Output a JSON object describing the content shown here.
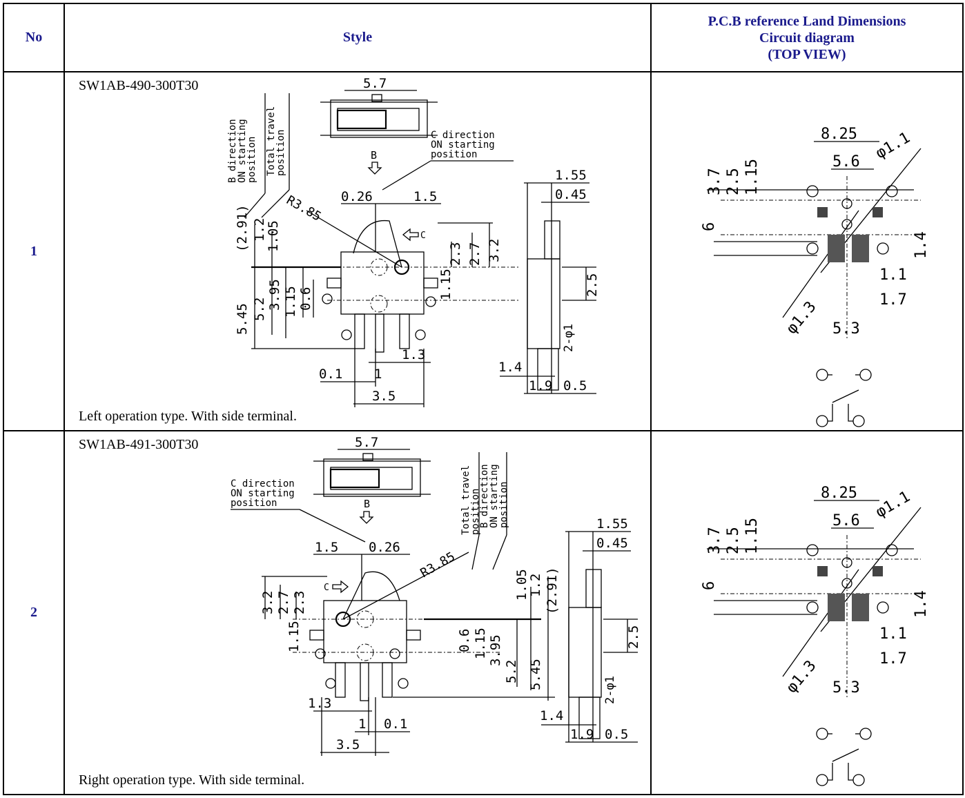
{
  "headers": {
    "no": "No",
    "style": "Style",
    "pcb_line1": "P.C.B reference Land Dimensions",
    "pcb_line2": "Circuit diagram",
    "pcb_line3": "(TOP VIEW)"
  },
  "rows": [
    {
      "number": "1",
      "part_number": "SW1AB-490-300T30",
      "description": "Left operation type. With side terminal.",
      "labels": {
        "b_direction": [
          "B direction",
          "ON starting",
          "position"
        ],
        "total_travel": [
          "Total travel",
          "position"
        ],
        "c_direction": [
          "C direction",
          "ON starting",
          "position"
        ],
        "b": "B",
        "c": "C"
      },
      "dims": [
        "5.7",
        "1.55",
        "0.45",
        "0.26",
        "1.5",
        "R3.85",
        "(2.91)",
        "1.2",
        "1.05",
        "2.3",
        "2.7",
        "3.2",
        "3.95",
        "5.45",
        "5.2",
        "1.15",
        "0.6",
        "1.15",
        "2.5",
        "2-φ1",
        "1.3",
        "0.1",
        "1",
        "3.5",
        "1.4",
        "1.9",
        "0.5"
      ],
      "pcb_dims": [
        "8.25",
        "5.6",
        "φ1.1",
        "3.7",
        "2.5",
        "1.15",
        "6",
        "1.4",
        "φ1.3",
        "1.1",
        "1.7",
        "5.3"
      ]
    },
    {
      "number": "2",
      "part_number": "SW1AB-491-300T30",
      "description": "Right operation type. With side terminal.",
      "labels": {
        "b_direction": [
          "B direction",
          "ON starting",
          "position"
        ],
        "total_travel": [
          "Total travel",
          "position"
        ],
        "c_direction": [
          "C direction",
          "ON starting",
          "position"
        ],
        "b": "B",
        "c": "C"
      },
      "dims": [
        "5.7",
        "1.55",
        "0.45",
        "1.5",
        "0.26",
        "R3.85",
        "1.05",
        "1.2",
        "(2.91)",
        "3.2",
        "2.7",
        "2.3",
        "1.15",
        "0.6",
        "1.15",
        "3.95",
        "5.2",
        "5.45",
        "2.5",
        "2-φ1",
        "1.3",
        "1",
        "0.1",
        "3.5",
        "1.4",
        "1.9",
        "0.5"
      ],
      "pcb_dims": [
        "8.25",
        "5.6",
        "φ1.1",
        "3.7",
        "2.5",
        "1.15",
        "6",
        "1.4",
        "φ1.3",
        "1.1",
        "1.7",
        "5.3"
      ]
    }
  ]
}
